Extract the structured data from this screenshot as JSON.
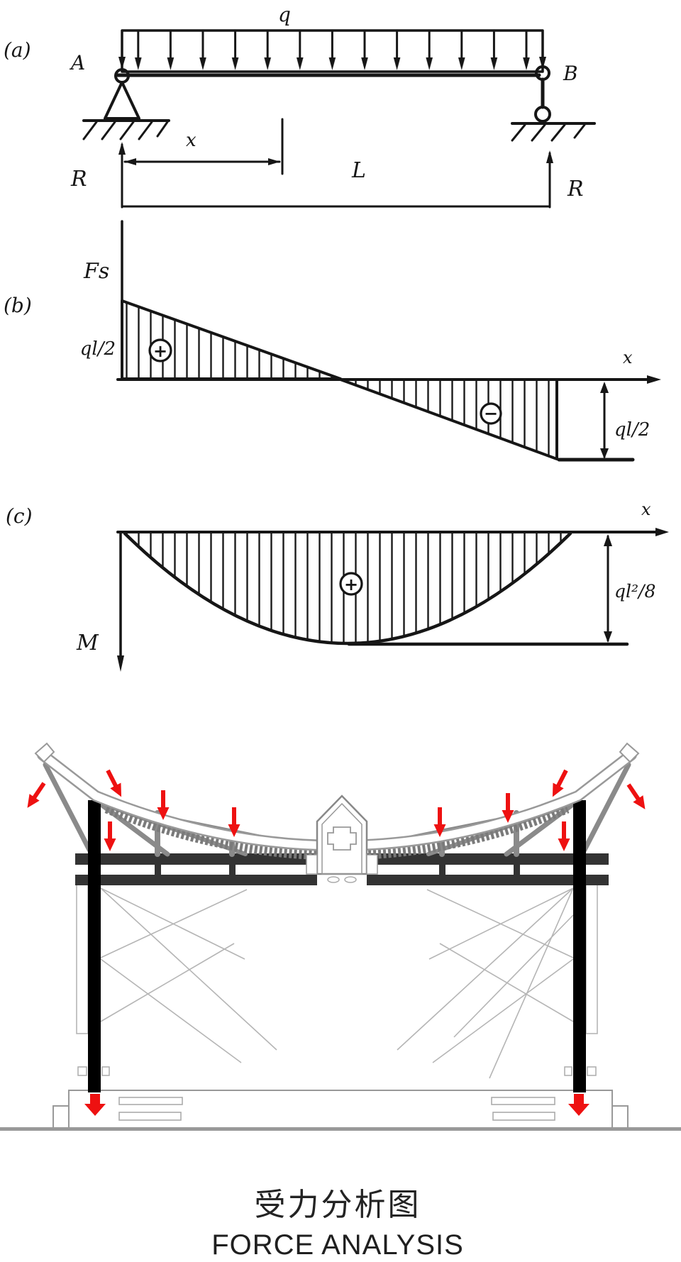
{
  "figure_a": {
    "panel_label": "(a)",
    "load_label": "q",
    "support_left_label": "A",
    "support_right_label": "B",
    "dim_x_label": "x",
    "dim_span_label": "L",
    "reaction_left_label": "R",
    "reaction_right_label": "R"
  },
  "figure_b": {
    "panel_label": "(b)",
    "y_axis_label": "Fs",
    "x_axis_label": "x",
    "left_value_label": "ql/2",
    "right_value_label": "ql/2",
    "sign_positive": "+",
    "sign_negative": "−"
  },
  "figure_c": {
    "panel_label": "(c)",
    "x_axis_label": "x",
    "y_axis_label": "M",
    "max_value_label": "ql²/8",
    "sign_positive": "+"
  },
  "caption": {
    "title_zh": "受力分析图",
    "title_en": "FORCE ANALYSIS"
  },
  "colors": {
    "ink": "#161616",
    "force_red": "#ee1111",
    "column_black": "#000000",
    "beam_dark": "#333333",
    "strut_gray": "#8a8a8a",
    "light_gray": "#b5b5b5",
    "ground_gray": "#999999"
  }
}
